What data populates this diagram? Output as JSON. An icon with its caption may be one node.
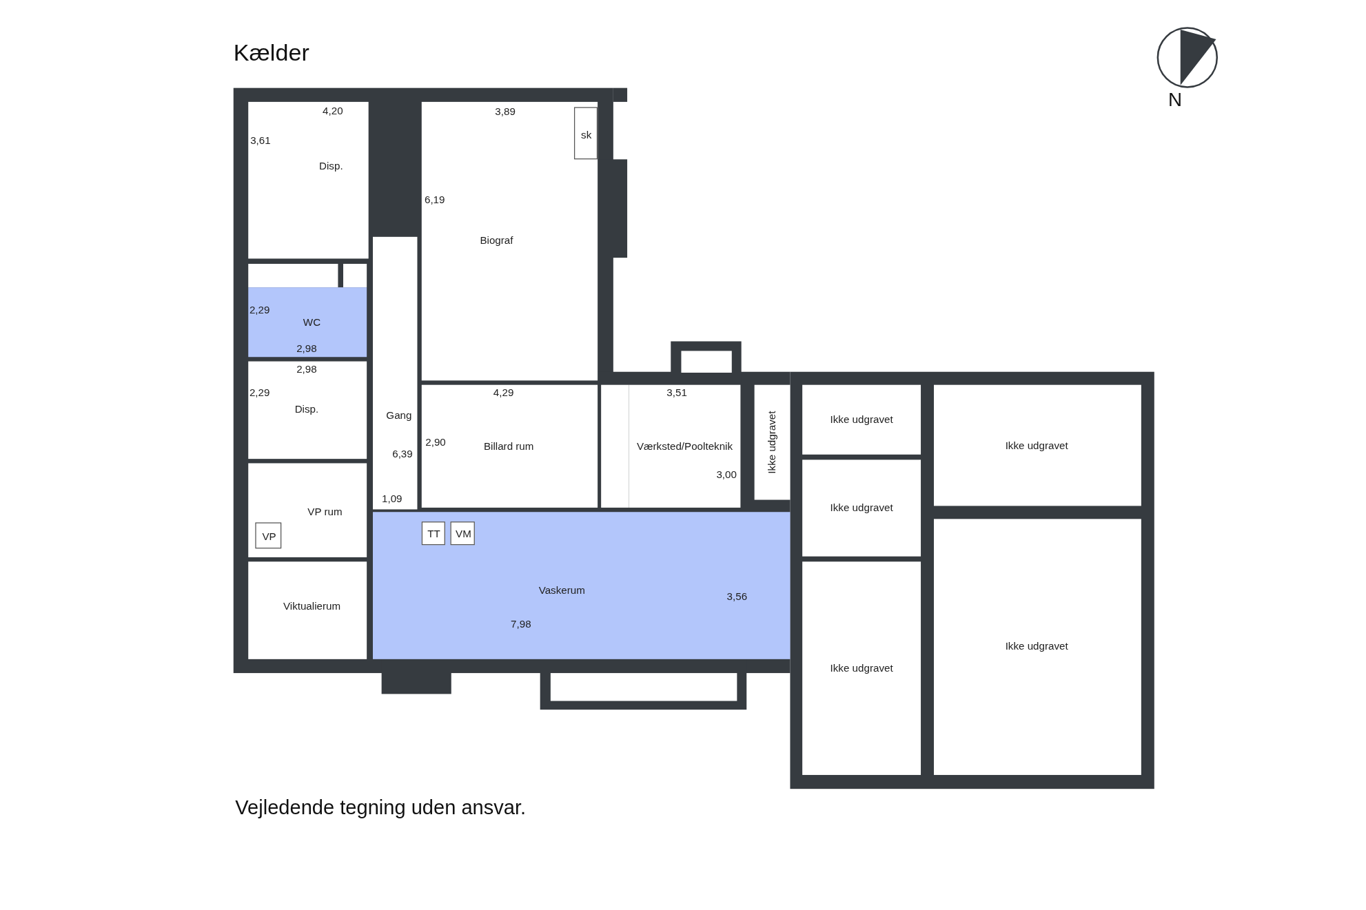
{
  "diagram": {
    "title": "Kælder",
    "caption": "Vejledende tegning uden ansvar.",
    "nodes": [
      {
        "text": [
          "4,20",
          "3,61",
          "Disp."
        ]
      },
      {
        "text": [
          "sk"
        ],
        "in": 2
      },
      {
        "text": [
          "3,89",
          "6,19",
          "Biograf"
        ]
      },
      {
        "text": [
          "2,29",
          "WC",
          "2,98"
        ]
      },
      {
        "text": [
          "2,98",
          "2,29",
          "Disp."
        ]
      },
      {
        "text": [
          "Gang",
          "6,39",
          "1,09"
        ]
      },
      {
        "text": [
          "4,29",
          "2,90",
          "Billard rum"
        ]
      },
      {
        "text": [
          "3,51",
          "Værksted/Poolteknik",
          "3,00"
        ]
      },
      {
        "text": [
          "Ikke udgravet"
        ]
      },
      {
        "text": [
          "Ikke udgravet"
        ]
      },
      {
        "text": [
          "Ikke udgravet"
        ]
      },
      {
        "text": [
          "Ikke udgravet"
        ]
      },
      {
        "text": [
          "VP rum"
        ]
      },
      {
        "text": [
          "VP"
        ],
        "in": 12
      },
      {
        "text": [
          "Viktualierum"
        ]
      },
      {
        "text": [
          "TT"
        ],
        "in": 17
      },
      {
        "text": [
          "VM"
        ],
        "in": 17
      },
      {
        "text": [
          "Vaskerum",
          "3,56",
          "7,98"
        ]
      },
      {
        "text": [
          "Ikke udgravet"
        ]
      },
      {
        "text": [
          "Ikke udgravet"
        ]
      }
    ],
    "labels": [
      "N"
    ]
  }
}
